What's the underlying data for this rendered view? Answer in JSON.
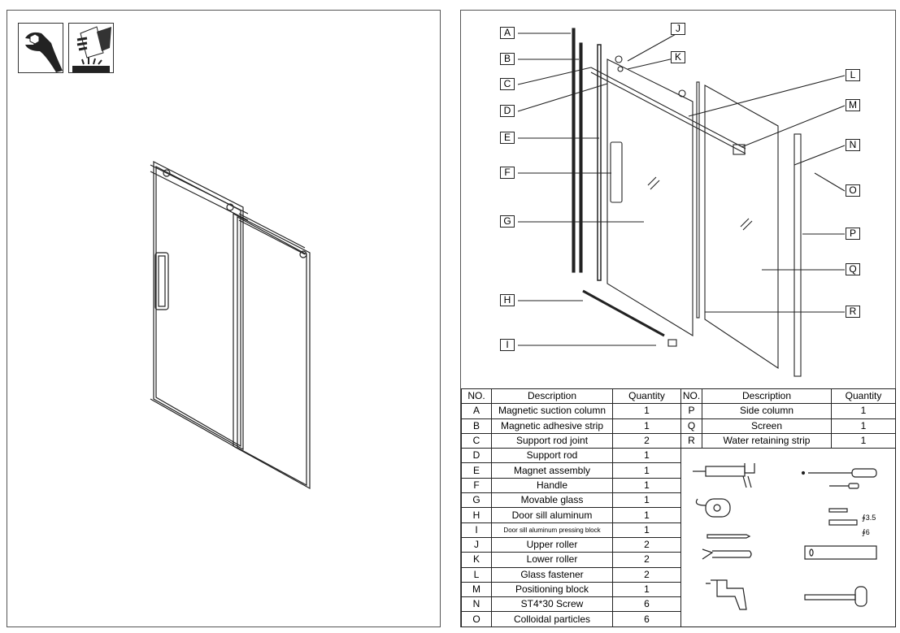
{
  "icons": [
    "wrench-icon",
    "glove-hand-icon"
  ],
  "callouts": [
    "A",
    "B",
    "C",
    "D",
    "E",
    "F",
    "G",
    "H",
    "I",
    "J",
    "K",
    "L",
    "M",
    "N",
    "O",
    "P",
    "Q",
    "R"
  ],
  "table": {
    "headers": [
      "NO.",
      "Description",
      "Quantity",
      "NO.",
      "Description",
      "Quantity"
    ],
    "left_rows": [
      {
        "no": "A",
        "desc": "Magnetic suction column",
        "qty": "1"
      },
      {
        "no": "B",
        "desc": "Magnetic adhesive strip",
        "qty": "1"
      },
      {
        "no": "C",
        "desc": "Support rod joint",
        "qty": "2"
      },
      {
        "no": "D",
        "desc": "Support rod",
        "qty": "1"
      },
      {
        "no": "E",
        "desc": "Magnet assembly",
        "qty": "1"
      },
      {
        "no": "F",
        "desc": "Handle",
        "qty": "1"
      },
      {
        "no": "G",
        "desc": "Movable glass",
        "qty": "1"
      },
      {
        "no": "H",
        "desc": "Door sill aluminum",
        "qty": "1"
      },
      {
        "no": "I",
        "desc": "Door sill aluminum pressing block",
        "qty": "1"
      },
      {
        "no": "J",
        "desc": "Upper roller",
        "qty": "2"
      },
      {
        "no": "K",
        "desc": "Lower roller",
        "qty": "2"
      },
      {
        "no": "L",
        "desc": "Glass fastener",
        "qty": "2"
      },
      {
        "no": "M",
        "desc": "Positioning block",
        "qty": "1"
      },
      {
        "no": "N",
        "desc": "ST4*30 Screw",
        "qty": "6"
      },
      {
        "no": "O",
        "desc": "Colloidal particles",
        "qty": "6"
      }
    ],
    "right_rows": [
      {
        "no": "P",
        "desc": "Side column",
        "qty": "1"
      },
      {
        "no": "Q",
        "desc": "Screen",
        "qty": "1"
      },
      {
        "no": "R",
        "desc": "Water retaining strip",
        "qty": "1"
      }
    ]
  },
  "tools": {
    "drill_bit_1": "∮3.5",
    "drill_bit_2": "∮6"
  }
}
